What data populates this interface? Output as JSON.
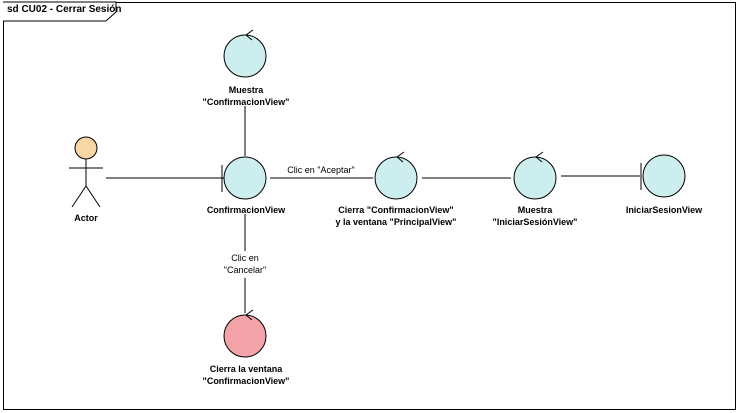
{
  "frame": {
    "title": "sd CU02 - Cerrar Sesión"
  },
  "actor": {
    "name": "Actor"
  },
  "nodes": {
    "muestra_confirmacion": {
      "line1": "Muestra",
      "line2": "\"ConfirmacionView\""
    },
    "confirmacion_view": {
      "label": "ConfirmacionView"
    },
    "cierra_ventanas": {
      "line1": "Cierra \"ConfirmacionView\"",
      "line2": "y la ventana \"PrincipalView\""
    },
    "muestra_iniciar": {
      "line1": "Muestra",
      "line2": "\"IniciarSesiónView\""
    },
    "iniciar_sesion_view": {
      "label": "IniciarSesionView"
    },
    "cierra_confirmacion": {
      "line1": "Cierra la ventana",
      "line2": "\"ConfirmacionView\""
    }
  },
  "edges": {
    "aceptar": "Clic en \"Aceptar\"",
    "cancelar_line1": "Clic en",
    "cancelar_line2": "\"Cancelar\""
  },
  "colors": {
    "control_fill": "#cdeeee",
    "actor_fill": "#f8d7a4",
    "cancel_fill": "#f4a3ab",
    "stroke": "#000000"
  }
}
